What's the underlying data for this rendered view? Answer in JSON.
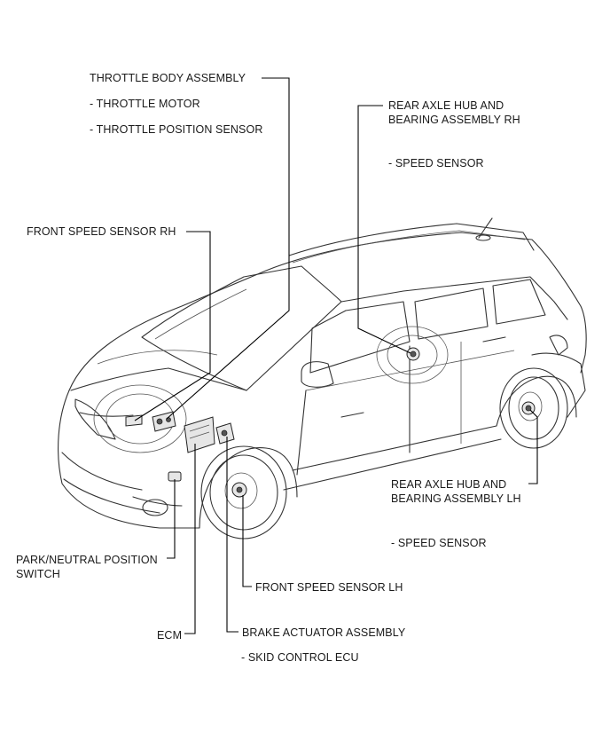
{
  "labels": {
    "throttle_body": "THROTTLE BODY ASSEMBLY",
    "throttle_motor": "- THROTTLE MOTOR",
    "throttle_position_sensor": "- THROTTLE POSITION SENSOR",
    "front_speed_sensor_rh": "FRONT SPEED SENSOR RH",
    "rear_axle_rh_line1": "REAR AXLE HUB AND",
    "rear_axle_rh_line2": "BEARING ASSEMBLY RH",
    "rear_rh_speed_sensor": "- SPEED SENSOR",
    "rear_axle_lh_line1": "REAR AXLE HUB AND",
    "rear_axle_lh_line2": "BEARING ASSEMBLY LH",
    "rear_lh_speed_sensor": "- SPEED SENSOR",
    "park_neutral_line1": "PARK/NEUTRAL POSITION",
    "park_neutral_line2": "SWITCH",
    "front_speed_sensor_lh": "FRONT SPEED SENSOR LH",
    "ecm": "ECM",
    "brake_actuator": "BRAKE ACTUATOR ASSEMBLY",
    "skid_control_ecu": "- SKID CONTROL ECU"
  }
}
